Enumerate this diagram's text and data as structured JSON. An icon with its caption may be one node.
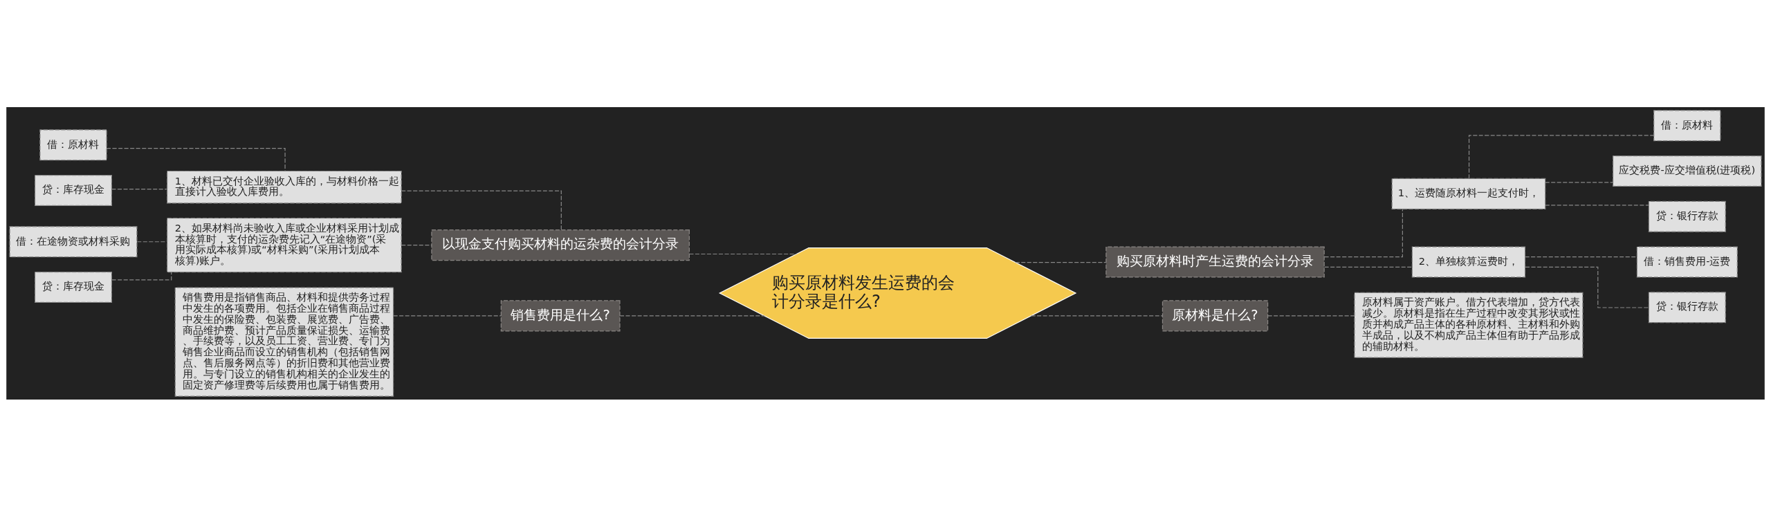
{
  "diagram": {
    "nodes": [
      {
        "text": [
          "购买原材料发生运费的会计分录是什么?"
        ]
      },
      {
        "text": [
          "以现金支付购买材料的运杂费的会计分录"
        ]
      },
      {
        "text": [
          "1、材料已交付企业验收入库的，与材料价格一起直接计入验收入库费用。"
        ]
      },
      {
        "text": [
          "借：原材料"
        ]
      },
      {
        "text": [
          "贷：库存现金"
        ]
      },
      {
        "text": [
          "2、如果材料尚未验收入库或企业材料采用计划成本核算时，支付的运杂费先记入“在途物资”(采用实际成本核算)或“材料采购”(采用计划成本核算)账户。"
        ]
      },
      {
        "text": [
          "借：在途物资或材料采购"
        ]
      },
      {
        "text": [
          "贷：库存现金"
        ]
      },
      {
        "text": [
          "销售费用是什么?"
        ]
      },
      {
        "text": [
          "销售费用是指销售商品、材料和提供劳务过程中发生的各项费用。包括企业在销售商品过程中发生的保险费、包装费、展览费、广告费、商品维护费、预计产品质量保证损失、运输费、手续费等，以及员工工资、营业费、专门为销售企业商品而设立的销售机构（包括销售网点、售后服务网点等）的折旧费和其他营业费用。与专门设立的销售机构相关的企业发生的固定资产修理费等后续费用也属于销售费用。"
        ]
      },
      {
        "text": [
          "购买原材料时产生运费的会计分录"
        ]
      },
      {
        "text": [
          "1、运费随原材料一起支付时，"
        ]
      },
      {
        "text": [
          "借：原材料"
        ]
      },
      {
        "text": [
          "应交税费-应交增值税(进项税)"
        ]
      },
      {
        "text": [
          "贷：银行存款"
        ]
      },
      {
        "text": [
          "2、单独核算运费时，"
        ]
      },
      {
        "text": [
          "借：销售费用-运费"
        ]
      },
      {
        "text": [
          "贷：银行存款"
        ]
      },
      {
        "text": [
          "原材料是什么?"
        ]
      },
      {
        "text": [
          "原材料属于资产账户。借方代表增加，贷方代表减少。原材料是指在生产过程中改变其形状或性质并构成产品主体的各种原材料、主材料和外购半成品，以及不构成产品主体但有助于产品形成的辅助材料。"
        ]
      }
    ],
    "edges": [
      {
        "from": 3,
        "to": 2,
        "arrow": "none"
      },
      {
        "from": 4,
        "to": 2,
        "arrow": "none"
      },
      {
        "from": 6,
        "to": 5,
        "arrow": "none"
      },
      {
        "from": 7,
        "to": 5,
        "arrow": "none"
      },
      {
        "from": 2,
        "to": 1,
        "arrow": "none"
      },
      {
        "from": 5,
        "to": 1,
        "arrow": "none"
      },
      {
        "from": 1,
        "to": 0,
        "arrow": "none"
      },
      {
        "from": 9,
        "to": 8,
        "arrow": "none"
      },
      {
        "from": 8,
        "to": 0,
        "arrow": "none"
      },
      {
        "from": 0,
        "to": 10,
        "arrow": "none"
      },
      {
        "from": 10,
        "to": 11,
        "arrow": "none"
      },
      {
        "from": 11,
        "to": 12,
        "arrow": "none"
      },
      {
        "from": 11,
        "to": 13,
        "arrow": "none"
      },
      {
        "from": 11,
        "to": 14,
        "arrow": "none"
      },
      {
        "from": 10,
        "to": 15,
        "arrow": "none"
      },
      {
        "from": 15,
        "to": 16,
        "arrow": "none"
      },
      {
        "from": 15,
        "to": 17,
        "arrow": "none"
      },
      {
        "from": 0,
        "to": 18,
        "arrow": "none"
      },
      {
        "from": 18,
        "to": 19,
        "arrow": "none"
      }
    ]
  }
}
